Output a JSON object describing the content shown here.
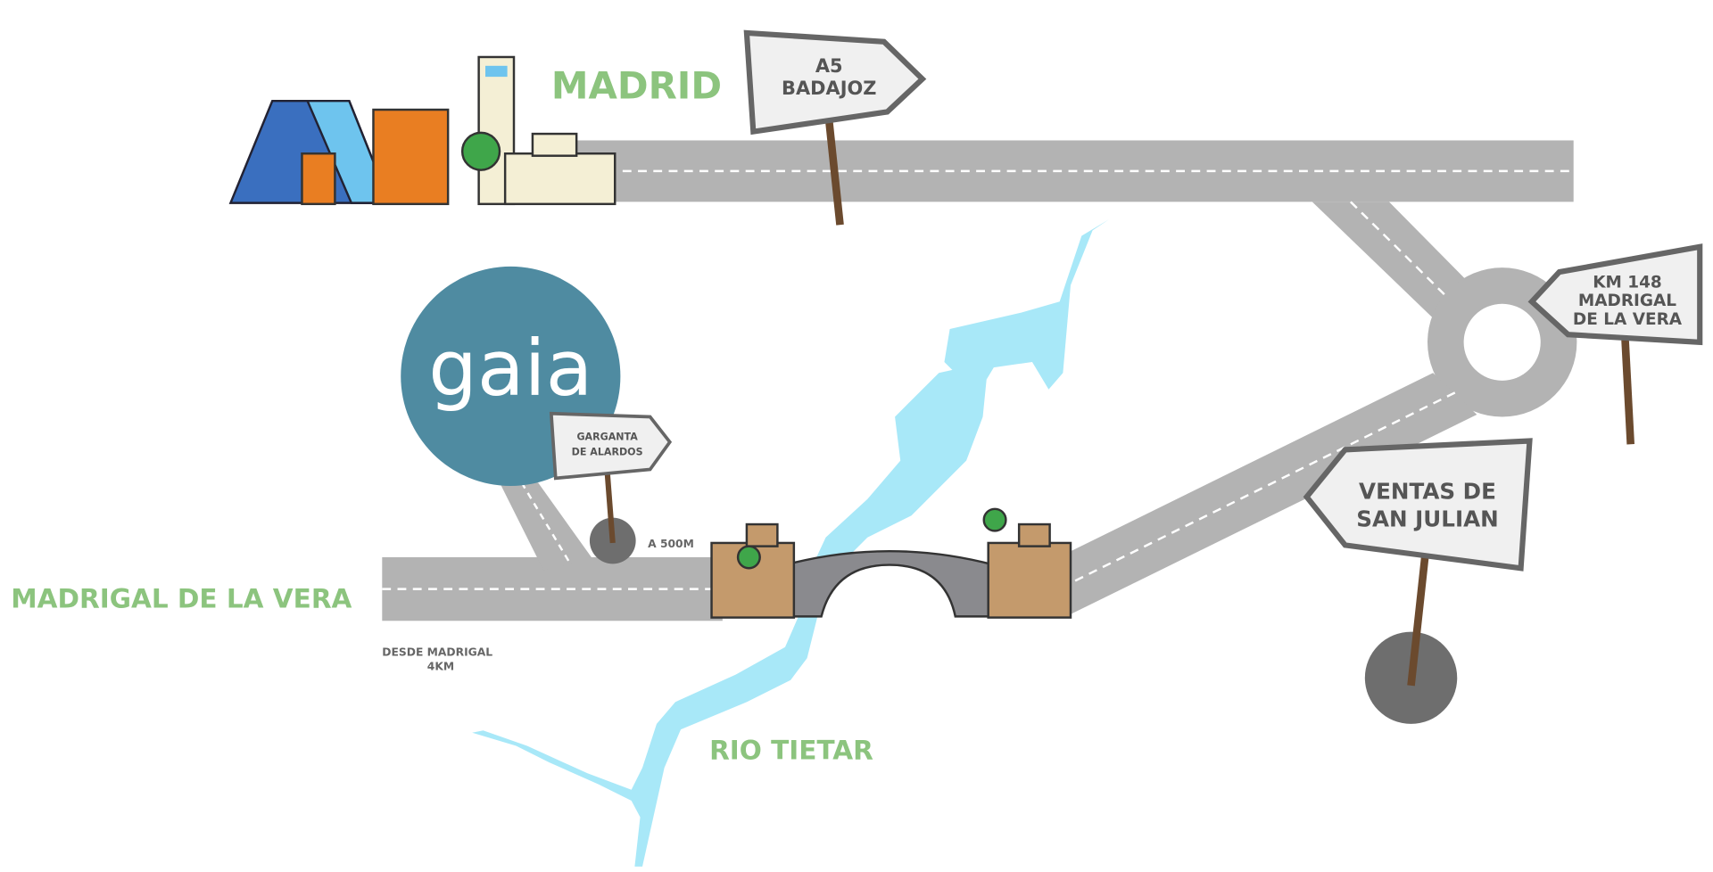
{
  "labels": {
    "city": "MADRID",
    "town": "MADRIGAL DE LA VERA",
    "river": "RIO TIETAR",
    "distance_marker": "A 500M",
    "from_town_line1": "DESDE MADRIGAL",
    "from_town_line2": "4KM"
  },
  "logo": {
    "text": "gaia",
    "color": "#4f8ba1"
  },
  "signs": {
    "a5": [
      "A5",
      "BADAJOZ"
    ],
    "km148": [
      "KM 148",
      "MADRIGAL",
      "DE LA VERA"
    ],
    "garganta": [
      "GARGANTA",
      "DE ALARDOS"
    ],
    "ventas": [
      "VENTAS DE",
      "SAN JULIAN"
    ]
  },
  "colors": {
    "road": "#b3b3b3",
    "river": "#a8e8f8",
    "label_green": "#8cc47e",
    "stone": "#c49a6c"
  }
}
